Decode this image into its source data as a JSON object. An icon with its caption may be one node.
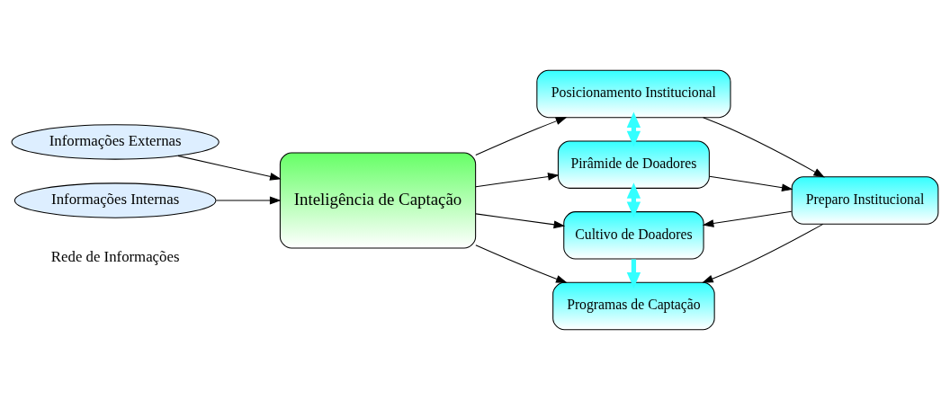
{
  "diagram": {
    "nodes": [
      {
        "text": [
          "Informações Externas"
        ]
      },
      {
        "text": [
          "Informações Internas"
        ]
      },
      {
        "text": [
          "Inteligência de Captação"
        ]
      },
      {
        "text": [
          "Posicionamento Institucional"
        ]
      },
      {
        "text": [
          "Pirâmide de Doadores"
        ]
      },
      {
        "text": [
          "Cultivo de Doadores"
        ]
      },
      {
        "text": [
          "Programas de Captação"
        ]
      },
      {
        "text": [
          "Preparo Institucional"
        ]
      }
    ],
    "edges": [
      {
        "from": 0,
        "to": 2,
        "arrow": "to"
      },
      {
        "from": 1,
        "to": 2,
        "arrow": "to"
      },
      {
        "from": 2,
        "to": 3,
        "arrow": "to"
      },
      {
        "from": 2,
        "to": 4,
        "arrow": "to"
      },
      {
        "from": 2,
        "to": 5,
        "arrow": "to"
      },
      {
        "from": 2,
        "to": 6,
        "arrow": "to"
      },
      {
        "from": 3,
        "to": 4,
        "arrow": "both",
        "style": "thick",
        "color": "#33ffff"
      },
      {
        "from": 4,
        "to": 5,
        "arrow": "both",
        "style": "thick",
        "color": "#33ffff"
      },
      {
        "from": 5,
        "to": 6,
        "arrow": "to",
        "style": "thick",
        "color": "#33ffff"
      },
      {
        "from": 3,
        "to": 7,
        "arrow": "to"
      },
      {
        "from": 4,
        "to": 7,
        "arrow": "to"
      },
      {
        "from": 7,
        "to": 5,
        "arrow": "to"
      },
      {
        "from": 7,
        "to": 6,
        "arrow": "to"
      }
    ],
    "labels": [
      "Rede de Informações"
    ]
  }
}
